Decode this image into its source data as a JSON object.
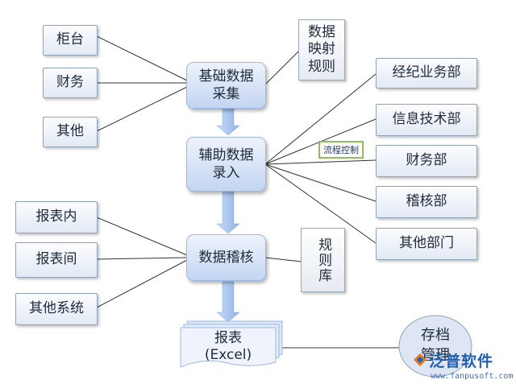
{
  "left_inputs": [
    "柜台",
    "财务",
    "其他"
  ],
  "left_sources": [
    "报表内",
    "报表间",
    "其他系统"
  ],
  "departments": [
    "经纪业务部",
    "信息技术部",
    "财务部",
    "稽核部",
    "其他部门"
  ],
  "process": {
    "collect": [
      "基础数据",
      "采集"
    ],
    "assist": [
      "辅助数据",
      "录入"
    ],
    "audit": "数据稽核",
    "report": [
      "报表",
      "(Excel)"
    ]
  },
  "notes": {
    "mapping": [
      "数据",
      "映射",
      "规则"
    ],
    "rules": "规则库"
  },
  "tag": "流程控制",
  "archive": [
    "存档",
    "管理"
  ],
  "watermark": {
    "name": "泛普软件",
    "url": "www.fanpusoft.com"
  },
  "colors": {
    "center_top": "#eef3fc",
    "center_bottom": "#c3d5f2",
    "arrow": "#a9c4ec",
    "line": "#333333",
    "tag_border": "#8fbf5a",
    "watermark": "#1f5fb5"
  }
}
